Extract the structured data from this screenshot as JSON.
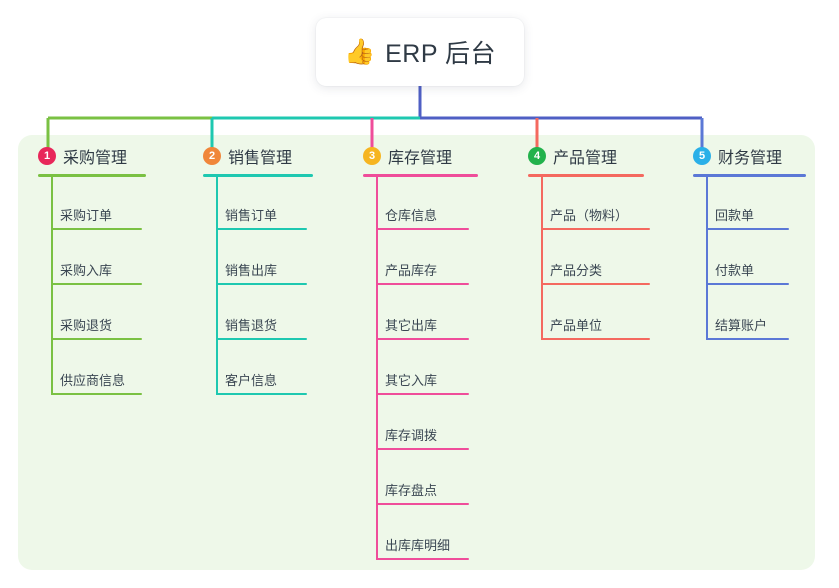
{
  "root": {
    "icon": "thumbs-up-icon",
    "emoji": "👍",
    "title": "ERP 后台"
  },
  "colors": {
    "panel_background": "#eef8e9",
    "page_background": "#ffffff",
    "title_text": "#2f3a45",
    "trunk": "#4f5fc4"
  },
  "columns": [
    {
      "number": "1",
      "title": "采购管理",
      "badge_color": "#e8275a",
      "line_color": "#7ac143",
      "items": [
        {
          "label": "采购订单"
        },
        {
          "label": "采购入库"
        },
        {
          "label": "采购退货"
        },
        {
          "label": "供应商信息"
        }
      ]
    },
    {
      "number": "2",
      "title": "销售管理",
      "badge_color": "#f0863a",
      "line_color": "#1ec8b0",
      "items": [
        {
          "label": "销售订单"
        },
        {
          "label": "销售出库"
        },
        {
          "label": "销售退货"
        },
        {
          "label": "客户信息"
        }
      ]
    },
    {
      "number": "3",
      "title": "库存管理",
      "badge_color": "#f6b521",
      "line_color": "#ef4d9a",
      "items": [
        {
          "label": "仓库信息"
        },
        {
          "label": "产品库存"
        },
        {
          "label": "其它出库"
        },
        {
          "label": "其它入库"
        },
        {
          "label": "库存调拨"
        },
        {
          "label": "库存盘点"
        },
        {
          "label": "出库库明细"
        }
      ]
    },
    {
      "number": "4",
      "title": "产品管理",
      "badge_color": "#22b24c",
      "line_color": "#f4695f",
      "items": [
        {
          "label": "产品（物料）"
        },
        {
          "label": "产品分类"
        },
        {
          "label": "产品单位"
        }
      ]
    },
    {
      "number": "5",
      "title": "财务管理",
      "badge_color": "#2ab0e8",
      "line_color": "#5b78d6",
      "items": [
        {
          "label": "回款单"
        },
        {
          "label": "付款单"
        },
        {
          "label": "结算账户"
        }
      ]
    }
  ]
}
